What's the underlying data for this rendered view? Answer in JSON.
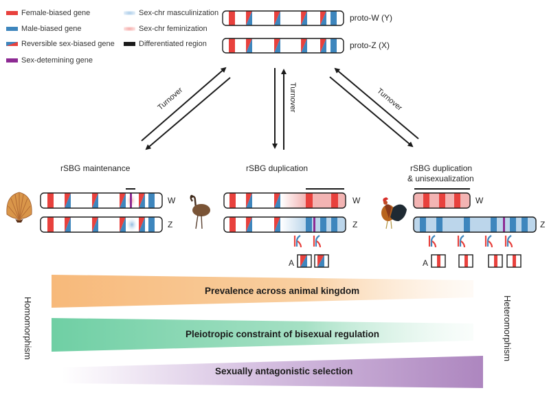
{
  "legend": {
    "items": [
      {
        "key": "female",
        "label": "Female-biased gene",
        "color": "#e8413d"
      },
      {
        "key": "male",
        "label": "Male-biased gene",
        "color": "#3e86bd"
      },
      {
        "key": "reversible",
        "label": "Reversible sex-biased gene"
      },
      {
        "key": "sexdet",
        "label": "Sex-detemining gene",
        "color": "#8d2a93"
      },
      {
        "key": "masc",
        "label": "Sex-chr masculinization"
      },
      {
        "key": "fem",
        "label": "Sex-chr feminization"
      },
      {
        "key": "diff",
        "label": "Differentiated region",
        "color": "#1a1a1a"
      }
    ]
  },
  "proto": {
    "w_label": "proto-W (Y)",
    "z_label": "proto-Z (X)"
  },
  "arrows": {
    "left_label": "Turnover",
    "center_label": "Turnover",
    "right_label": "Turnover"
  },
  "stages": {
    "left": {
      "title": "rSBG maintenance",
      "organism": "scallop",
      "w": "W",
      "z": "Z"
    },
    "center": {
      "title": "rSBG duplication",
      "organism": "emu",
      "w": "W",
      "z": "Z",
      "autosome": "A"
    },
    "right": {
      "title_line1": "rSBG duplication",
      "title_line2": "& unisexualization",
      "organism": "rooster",
      "w": "W",
      "z": "Z",
      "autosome": "A"
    }
  },
  "gradients": {
    "prevalence": {
      "label": "Prevalence across animal kingdom",
      "color": "#f7b97a"
    },
    "pleiotropic": {
      "label": "Pleiotropic constraint of bisexual regulation",
      "color": "#6fcfa4"
    },
    "antagonistic": {
      "label": "Sexually antagonistic selection",
      "color": "#ad86bf"
    }
  },
  "axis": {
    "left": "Homomorphism",
    "right": "Heteromorphism"
  },
  "colors": {
    "female": "#e8413d",
    "male": "#3e86bd",
    "sexdet": "#8d2a93",
    "fem_region": "#f3b4b3",
    "masc_region": "#bcd6eb"
  }
}
